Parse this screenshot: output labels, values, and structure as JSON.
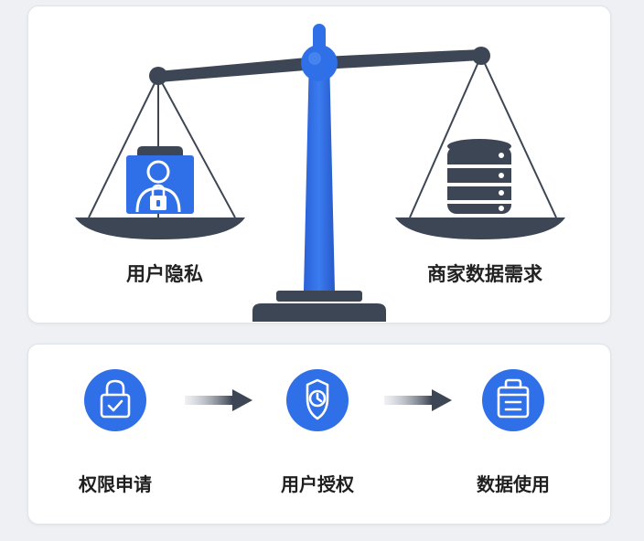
{
  "scale": {
    "left_label": "用户隐私",
    "right_label": "商家数据需求",
    "left_icon": "user-lock-icon",
    "right_icon": "database-icon"
  },
  "flow": {
    "steps": [
      {
        "label": "权限申请",
        "icon": "lock-check-icon"
      },
      {
        "label": "用户授权",
        "icon": "clock-shield-icon"
      },
      {
        "label": "数据使用",
        "icon": "briefcase-list-icon"
      }
    ],
    "arrow_icon": "arrow-right-icon"
  },
  "colors": {
    "accent": "#2f6fe8",
    "dark": "#3d4654",
    "panel_border": "#dfe3ea",
    "background": "#eef0f3"
  }
}
